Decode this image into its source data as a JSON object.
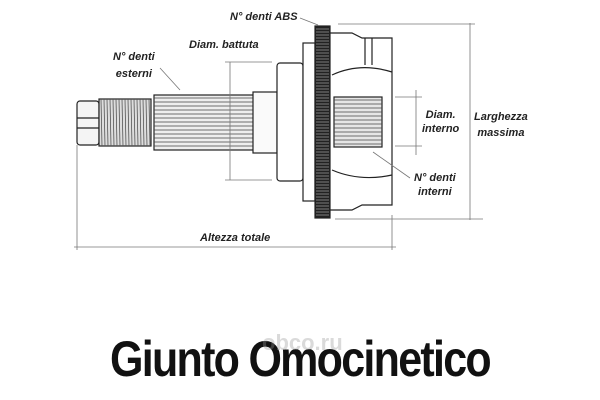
{
  "labels": {
    "abs_teeth": "N° denti ABS",
    "seat_diameter": "Diam. battuta",
    "outer_teeth_1": "N° denti",
    "outer_teeth_2": "esterni",
    "inner_diameter_1": "Diam.",
    "inner_diameter_2": "interno",
    "max_width_1": "Larghezza",
    "max_width_2": "massima",
    "inner_teeth_1": "N° denti",
    "inner_teeth_2": "interni",
    "total_height": "Altezza totale"
  },
  "title": "Giunto Omocinetico",
  "watermark": "obco.ru"
}
